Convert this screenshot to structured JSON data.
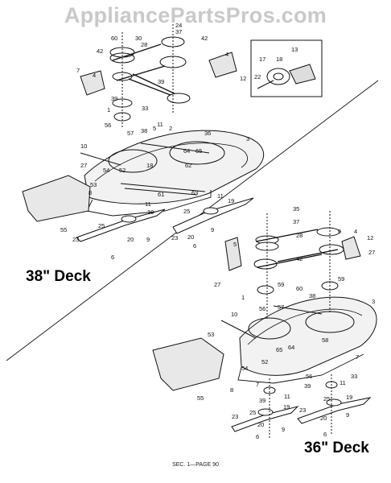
{
  "watermark": "AppliancePartsPros.com",
  "deck_top": {
    "label": "38\" Deck"
  },
  "deck_bottom": {
    "label": "36\" Deck"
  },
  "footer": "SEC. 1—PAGE 90",
  "callouts_top": [
    "7",
    "37",
    "28",
    "42",
    "4",
    "39",
    "33",
    "1",
    "56",
    "38",
    "11",
    "57",
    "3",
    "10",
    "18",
    "54",
    "64",
    "65",
    "52",
    "62",
    "27",
    "53",
    "8",
    "61",
    "63",
    "55",
    "25",
    "19",
    "11",
    "23",
    "9",
    "20",
    "6",
    "5",
    "2",
    "24",
    "12",
    "60",
    "30",
    "36"
  ],
  "callouts_inset": [
    "13",
    "17",
    "18",
    "22"
  ],
  "callouts_bottom": [
    "35",
    "37",
    "28",
    "9",
    "4",
    "5",
    "12",
    "27",
    "42",
    "59",
    "60",
    "38",
    "10",
    "3",
    "57",
    "53",
    "56",
    "65",
    "64",
    "58",
    "52",
    "54",
    "55",
    "7",
    "8",
    "33",
    "39",
    "11",
    "23",
    "25",
    "19",
    "20",
    "6",
    "9",
    "1"
  ]
}
